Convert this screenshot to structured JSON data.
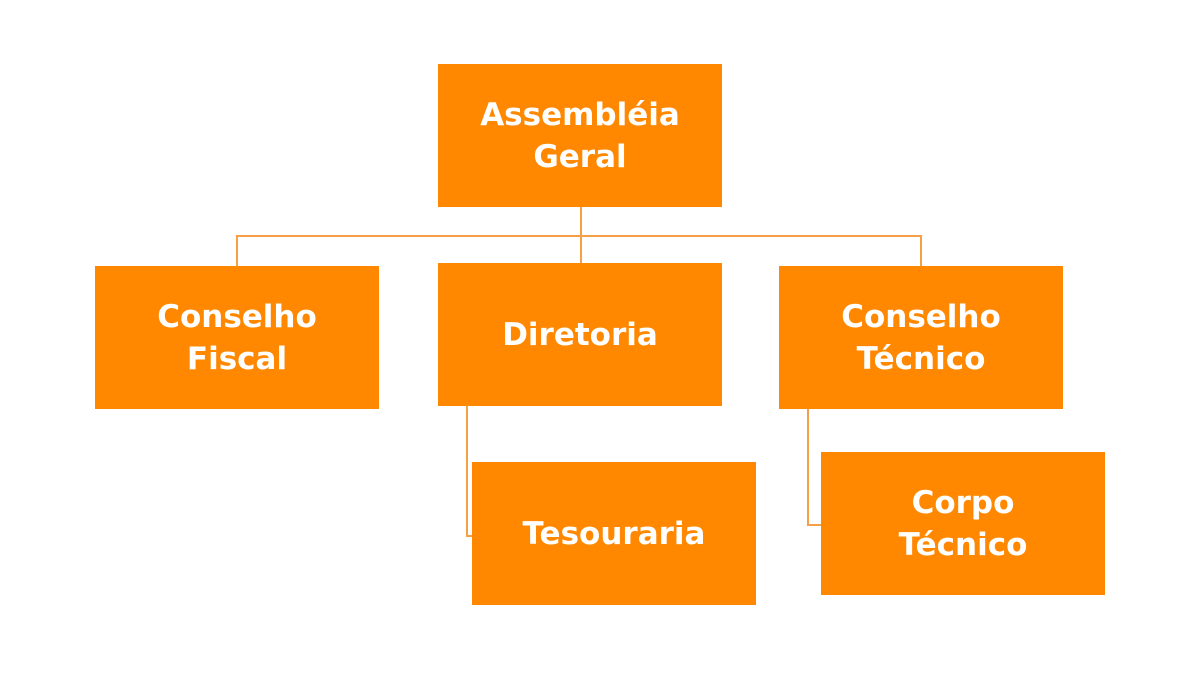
{
  "colors": {
    "box": "#FF8800",
    "line": "#F5A046",
    "text": "#FFFFFF",
    "background": "#FFFFFF"
  },
  "nodes": {
    "assembleia": {
      "line1": "Assembléia",
      "line2": "Geral"
    },
    "conselho_fiscal": {
      "line1": "Conselho",
      "line2": "Fiscal"
    },
    "diretoria": {
      "line1": "Diretoria"
    },
    "conselho_tecnico": {
      "line1": "Conselho",
      "line2": "Técnico"
    },
    "tesouraria": {
      "line1": "Tesouraria"
    },
    "corpo_tecnico": {
      "line1": "Corpo",
      "line2": "Técnico"
    }
  },
  "edges": [
    {
      "from": "Assembléia Geral",
      "to": "Conselho Fiscal"
    },
    {
      "from": "Assembléia Geral",
      "to": "Diretoria"
    },
    {
      "from": "Assembléia Geral",
      "to": "Conselho Técnico"
    },
    {
      "from": "Diretoria",
      "to": "Tesouraria"
    },
    {
      "from": "Conselho Técnico",
      "to": "Corpo Técnico"
    }
  ]
}
